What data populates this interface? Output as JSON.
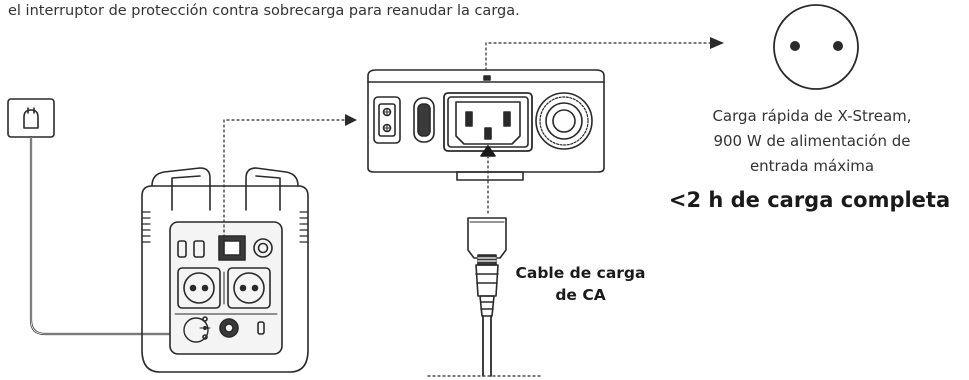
{
  "instruction_text": "el interruptor de protección contra sobrecarga para reanudar la carga.",
  "feature_lines": [
    "Carga rápida de X-Stream,",
    "900 W de alimentación de",
    "entrada máxima"
  ],
  "charge_time": "<2 h de carga completa",
  "cable_label_lines": [
    "Cable de carga",
    "de CA"
  ],
  "icons": [
    "wall-outlet-icon",
    "euro-socket-icon"
  ],
  "colors": {
    "line": "#2a2a2a",
    "fill_dark": "#3a3a3a",
    "fill_light": "#f4f4f4"
  }
}
